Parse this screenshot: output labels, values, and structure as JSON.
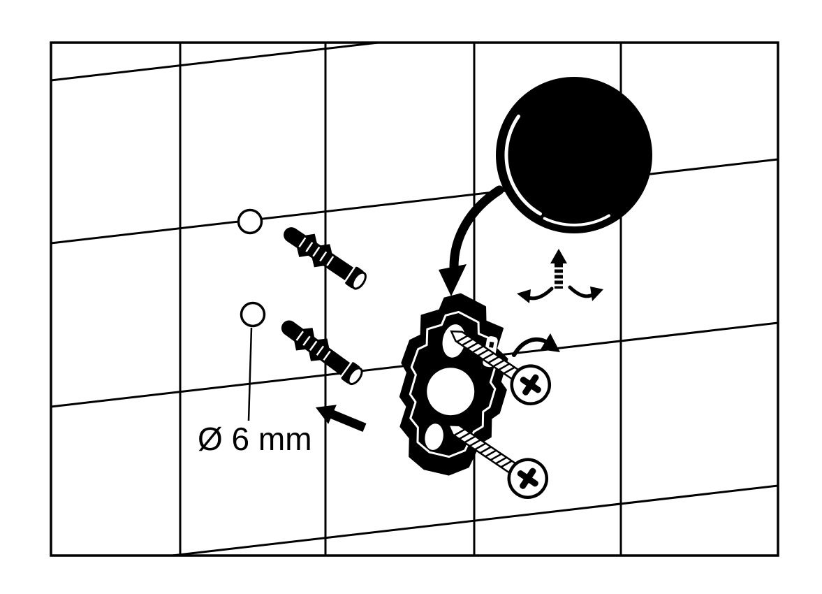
{
  "diagram": {
    "type": "installation-diagram",
    "label": "Ø 6 mm",
    "colors": {
      "line": "#000000",
      "fill": "#000000",
      "background": "#ffffff"
    },
    "wall": {
      "tile_vertical_lines": 4,
      "tile_horizontal_lines": 4
    },
    "parts": [
      {
        "id": "tiled-wall",
        "label": "tiled wall"
      },
      {
        "id": "drill-hole-upper",
        "label": "upper drill hole"
      },
      {
        "id": "drill-hole-lower",
        "label": "lower drill hole"
      },
      {
        "id": "wall-anchor-upper",
        "label": "upper wall anchor"
      },
      {
        "id": "wall-anchor-lower",
        "label": "lower wall anchor"
      },
      {
        "id": "mounting-plate",
        "label": "mounting plate"
      },
      {
        "id": "screw-upper",
        "label": "upper screw"
      },
      {
        "id": "screw-lower",
        "label": "lower screw"
      },
      {
        "id": "cover-disc",
        "label": "round cover"
      }
    ]
  }
}
